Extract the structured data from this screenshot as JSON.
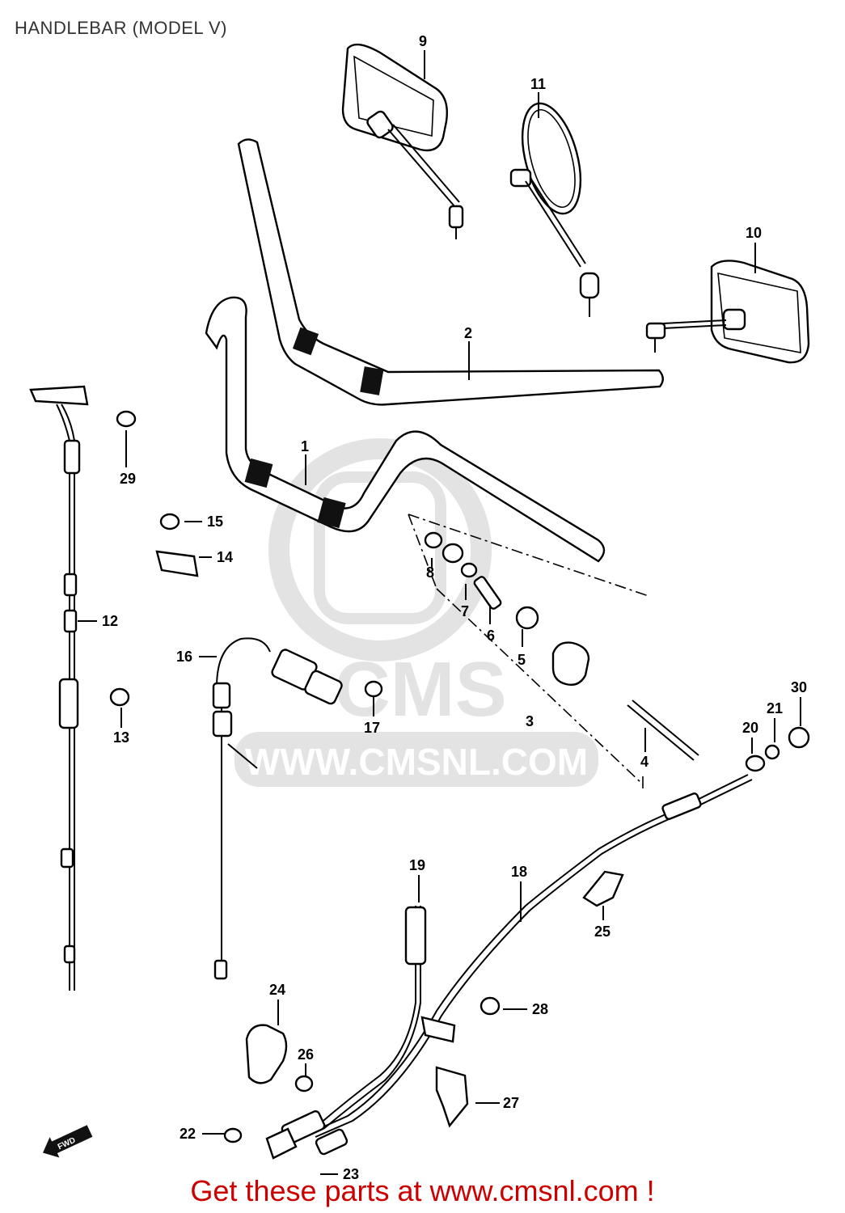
{
  "title": "HANDLEBAR (MODEL V)",
  "watermark": {
    "brand": "CMS",
    "url": "WWW.CMSNL.COM",
    "color": "#e3e3e3"
  },
  "footer": {
    "text": "Get these parts at www.cmsnl.com !",
    "color": "#cc0000"
  },
  "fwd_label": "FWD",
  "callouts": [
    "1",
    "2",
    "3",
    "4",
    "5",
    "6",
    "7",
    "8",
    "9",
    "10",
    "11",
    "12",
    "13",
    "14",
    "15",
    "16",
    "17",
    "18",
    "19",
    "20",
    "21",
    "22",
    "23",
    "24",
    "25",
    "26",
    "27",
    "28",
    "29",
    "30"
  ]
}
